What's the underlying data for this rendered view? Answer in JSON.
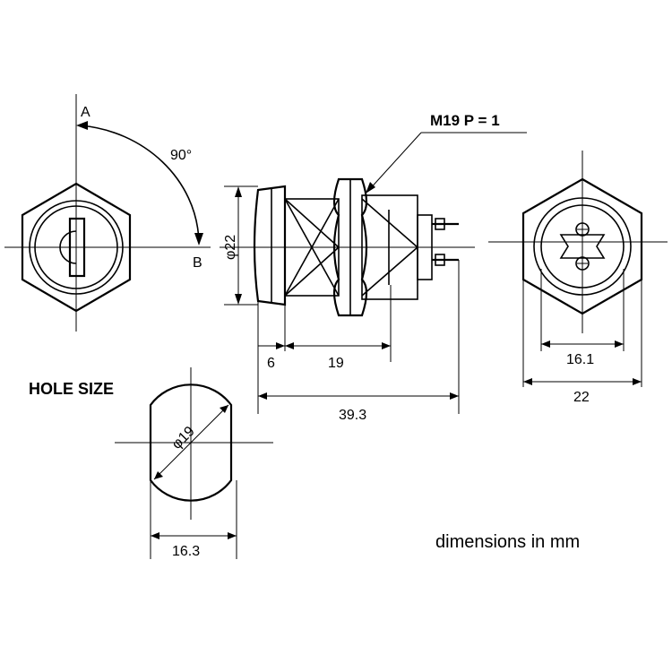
{
  "labels": {
    "point_a": "A",
    "point_b": "B",
    "angle": "90°",
    "thread": "M19 P = 1",
    "diameter_22": "φ22",
    "dim_6": "6",
    "dim_19": "19",
    "dim_39_3": "39.3",
    "dim_16_1": "16.1",
    "dim_22": "22",
    "hole_size": "HOLE SIZE",
    "hole_diameter": "φ19",
    "hole_width": "16.3",
    "units_note": "dimensions in mm"
  }
}
